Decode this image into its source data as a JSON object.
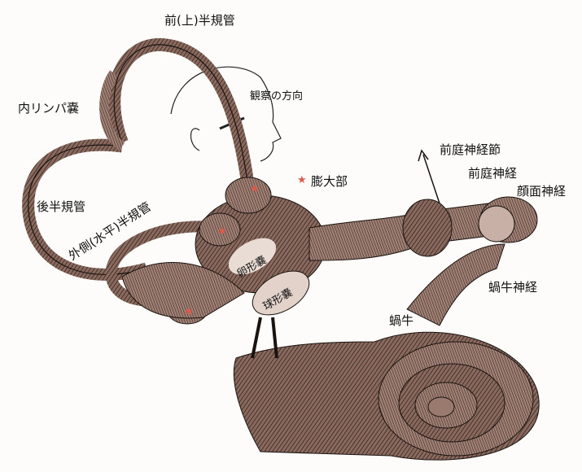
{
  "labels": {
    "anterior_canal": "前(上)半規管",
    "endolymphatic_sac": "内リンパ嚢",
    "viewing_direction": "観察の方向",
    "ampulla": "膨大部",
    "posterior_canal": "後半規管",
    "lateral_canal": "外側(水平)半規管",
    "utricle": "卵形嚢",
    "saccule": "球形嚢",
    "cochlea": "蝸牛",
    "vestibular_ganglion": "前庭神経節",
    "vestibular_nerve": "前庭神経",
    "facial_nerve": "顔面神経",
    "cochlear_nerve": "蝸牛神経"
  },
  "colors": {
    "ink": "#1a1310",
    "tissue": "#7a5a4e",
    "tissue_light": "#b49488",
    "star": "#e0584a"
  }
}
